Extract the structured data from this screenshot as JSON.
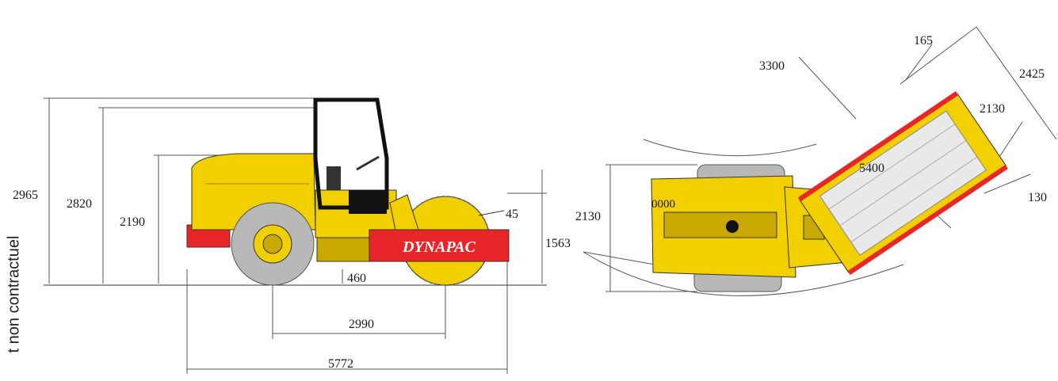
{
  "side_note": "t non contractuel",
  "brand_logo_text": "DYNAPAC",
  "side_view": {
    "dims": {
      "overall_height": "2965",
      "cab_height": "2820",
      "hood_height": "2190",
      "ground_clearance": "460",
      "angle": "45",
      "wheelbase": "2990",
      "overall_length": "5772"
    }
  },
  "top_view": {
    "dims": {
      "outer_radius": "3300",
      "drum_edge_offset": "165",
      "overall_width_diag": "2425",
      "drum_width": "2130",
      "inner_radius": "5400",
      "drum_side_offset": "130",
      "rear_width": "2130",
      "inner_turning_radius": "1563",
      "rear_label": "0000"
    }
  },
  "colors": {
    "machine_yellow": "#f2d000",
    "machine_shade": "#c9a800",
    "brand_red": "#e8262a",
    "tyre_grey": "#b8b8b8",
    "cab_black": "#111111"
  }
}
